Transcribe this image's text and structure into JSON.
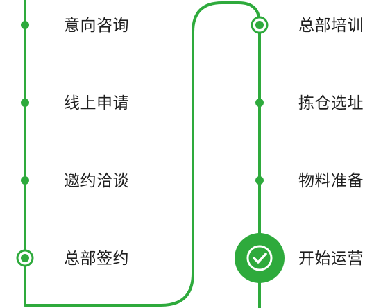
{
  "colors": {
    "accent": "#2eaa3c",
    "text": "#1f1f1f",
    "background": "#ffffff"
  },
  "steps": [
    {
      "label": "意向咨询",
      "marker": "dot"
    },
    {
      "label": "线上申请",
      "marker": "dot"
    },
    {
      "label": "邀约洽谈",
      "marker": "dot"
    },
    {
      "label": "总部签约",
      "marker": "ring"
    },
    {
      "label": "总部培训",
      "marker": "ring"
    },
    {
      "label": "拣仓选址",
      "marker": "dot"
    },
    {
      "label": "物料准备",
      "marker": "dot"
    },
    {
      "label": "开始运营",
      "marker": "check-icon"
    }
  ]
}
